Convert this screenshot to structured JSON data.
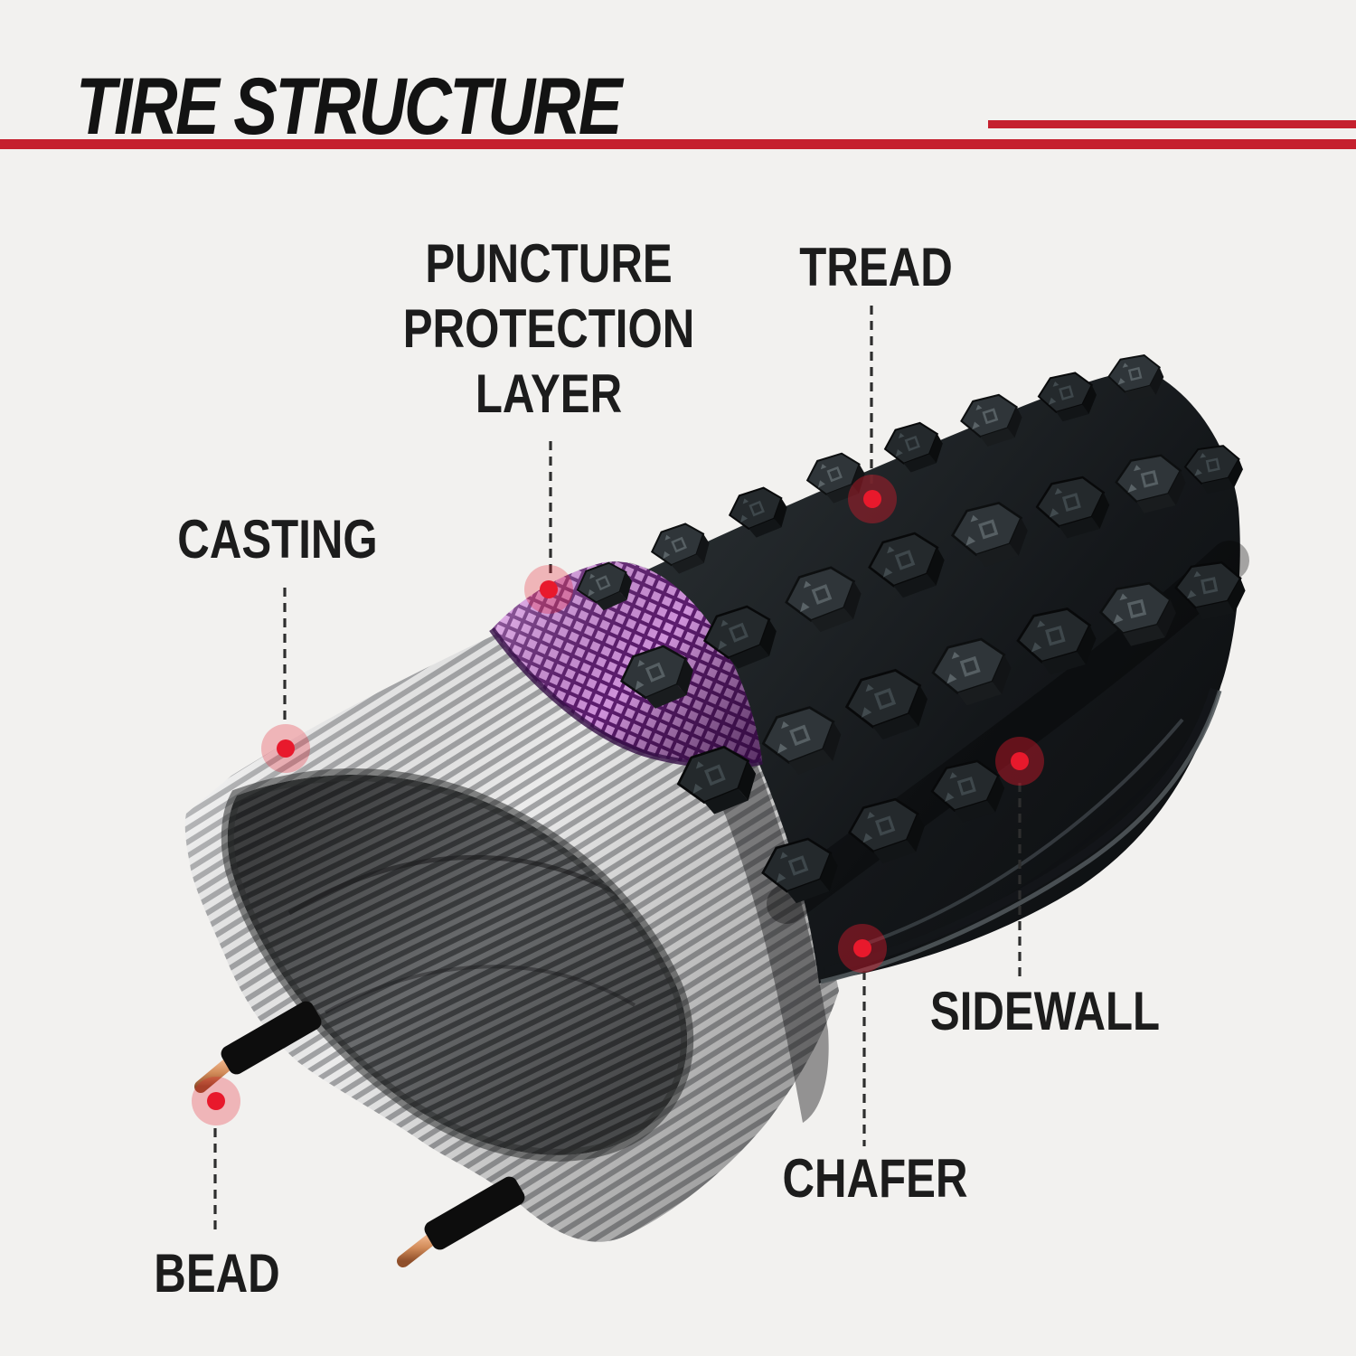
{
  "title": {
    "text": "TIRE STRUCTURE"
  },
  "labels": {
    "puncture_1": "PUNCTURE",
    "puncture_2": "PROTECTION",
    "puncture_3": "LAYER",
    "tread": "TREAD",
    "casting": "CASTING",
    "sidewall": "SIDEWALL",
    "chafer": "CHAFER",
    "bead": "BEAD"
  },
  "colors": {
    "accent_red": "#c5202e",
    "callout_dot_red": "#e8192c",
    "puncture_layer_purple": "#cf92da",
    "casting_silver": "#ebebeb",
    "tire_black": "#15181a",
    "bead_copper": "#d99a6e",
    "background": "#f2f1ef",
    "text": "#1c1c1c"
  }
}
